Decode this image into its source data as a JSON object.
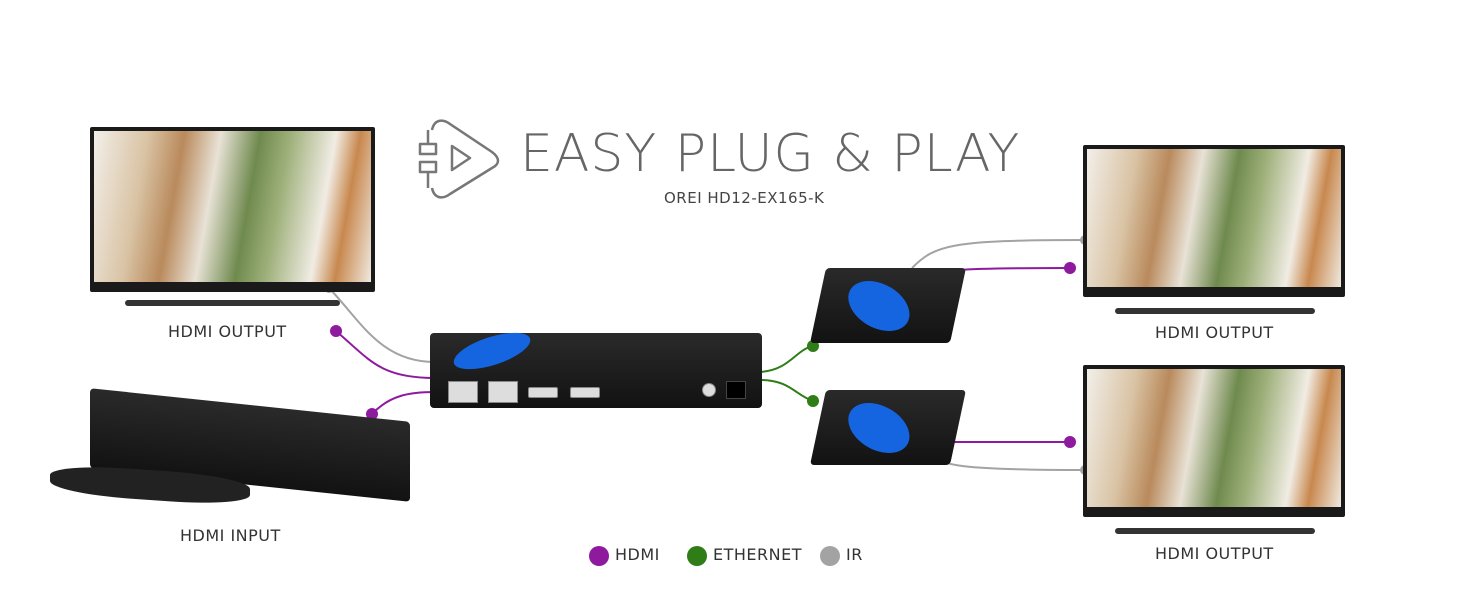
{
  "header": {
    "title": "EASY PLUG & PLAY",
    "subtitle": "OREI HD12-EX165-K",
    "icon": "plug-play-icon"
  },
  "labels": {
    "left_tv": "HDMI OUTPUT",
    "player": "HDMI INPUT",
    "right_tv_top": "HDMI OUTPUT",
    "right_tv_bottom": "HDMI OUTPUT"
  },
  "legend": [
    {
      "label": "HDMI",
      "color": "#8e1a9e"
    },
    {
      "label": "ETHERNET",
      "color": "#2f7d17"
    },
    {
      "label": "IR",
      "color": "#a3a3a3"
    }
  ]
}
